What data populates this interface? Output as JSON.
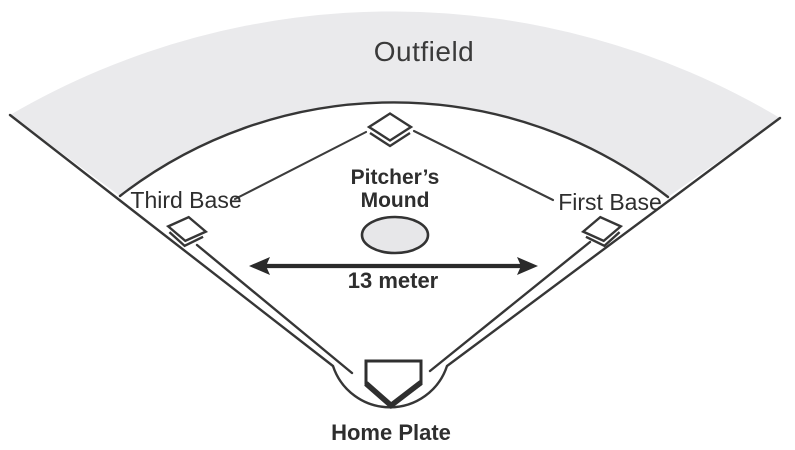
{
  "diagram": {
    "subject": "baseball-field",
    "labels": {
      "outfield": "Outfield",
      "third_base": "Third Base",
      "first_base": "First Base",
      "pitchers_mound_line1": "Pitcher’s",
      "pitchers_mound_line2": "Mound",
      "distance": "13 meter",
      "home_plate": "Home Plate"
    },
    "colors": {
      "background": "#ffffff",
      "outfield_fill": "#eaeaec",
      "mound_fill": "#e7e7e9",
      "line": "#363636",
      "text": "#2e2e2e"
    }
  }
}
